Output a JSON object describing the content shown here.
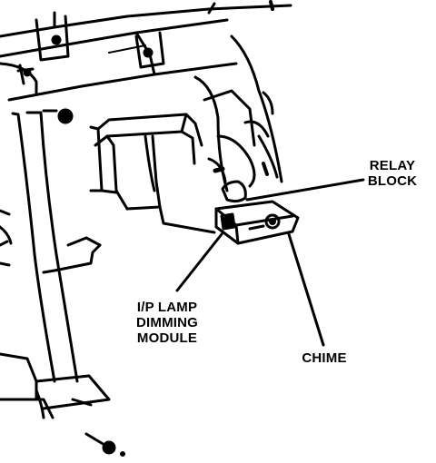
{
  "labels": {
    "relay_block": [
      "RELAY",
      "BLOCK"
    ],
    "lamp_module": [
      "I/P LAMP",
      "DIMMING",
      "MODULE"
    ],
    "chime": "CHIME"
  },
  "colors": {
    "ink": "#000000",
    "paper": "#ffffff"
  }
}
